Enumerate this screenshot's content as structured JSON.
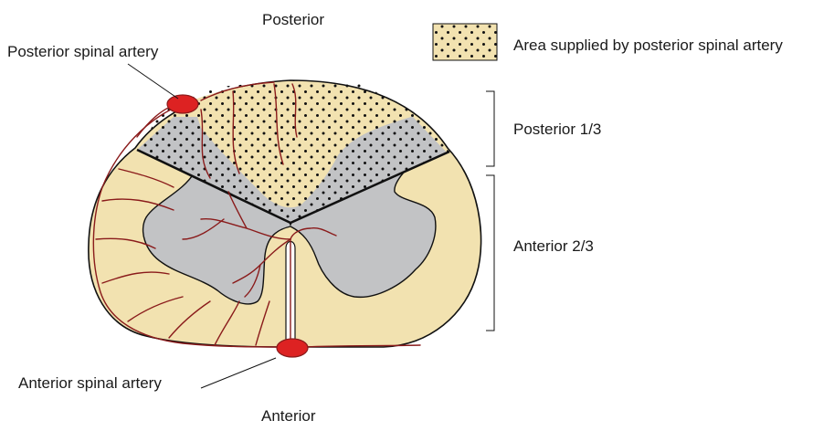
{
  "labels": {
    "top": "Posterior",
    "bottom": "Anterior",
    "posterior_artery": "Posterior spinal artery",
    "anterior_artery": "Anterior spinal artery",
    "posterior_third": "Posterior 1/3",
    "anterior_two_thirds": "Anterior 2/3"
  },
  "legend": {
    "label": "Area supplied by posterior spinal artery"
  },
  "colors": {
    "white_matter": "#f2e2b0",
    "gray_matter": "#c2c3c5",
    "vessel": "#8a1b1b",
    "artery_fill": "#dd2222",
    "outline": "#111111"
  }
}
